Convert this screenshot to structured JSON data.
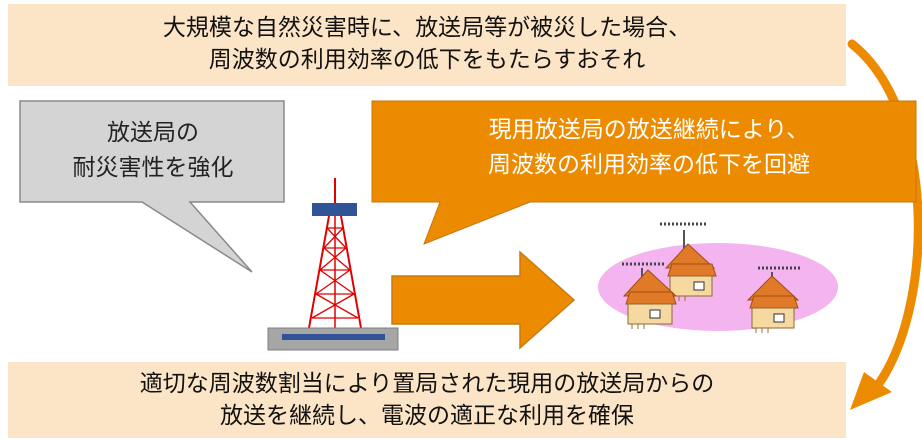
{
  "top_banner": {
    "line1": "大規模な自然災害時に、放送局等が被災した場合、",
    "line2": "周波数の利用効率の低下をもたらすおそれ"
  },
  "gray_callout": {
    "line1": "放送局の",
    "line2": "耐災害性を強化"
  },
  "orange_callout": {
    "line1": "現用放送局の放送継続により、",
    "line2": "周波数の利用効率の低下を回避"
  },
  "bottom_banner": {
    "line1": "適切な周波数割当により置局された現用の放送局からの",
    "line2": "放送を継続し、電波の適正な利用を確保"
  },
  "colors": {
    "banner_bg": "#fce4c6",
    "orange": "#ed8b00",
    "gray_callout": "#d4d4d4",
    "tower_red": "#e00000",
    "tower_blue": "#2f5597",
    "ellipse_pink": "#f4b4ef",
    "roof_orange": "#e07a28"
  },
  "icons": [
    "broadcast-tower-icon",
    "right-arrow-icon",
    "curved-arrow-icon",
    "house-icon"
  ]
}
